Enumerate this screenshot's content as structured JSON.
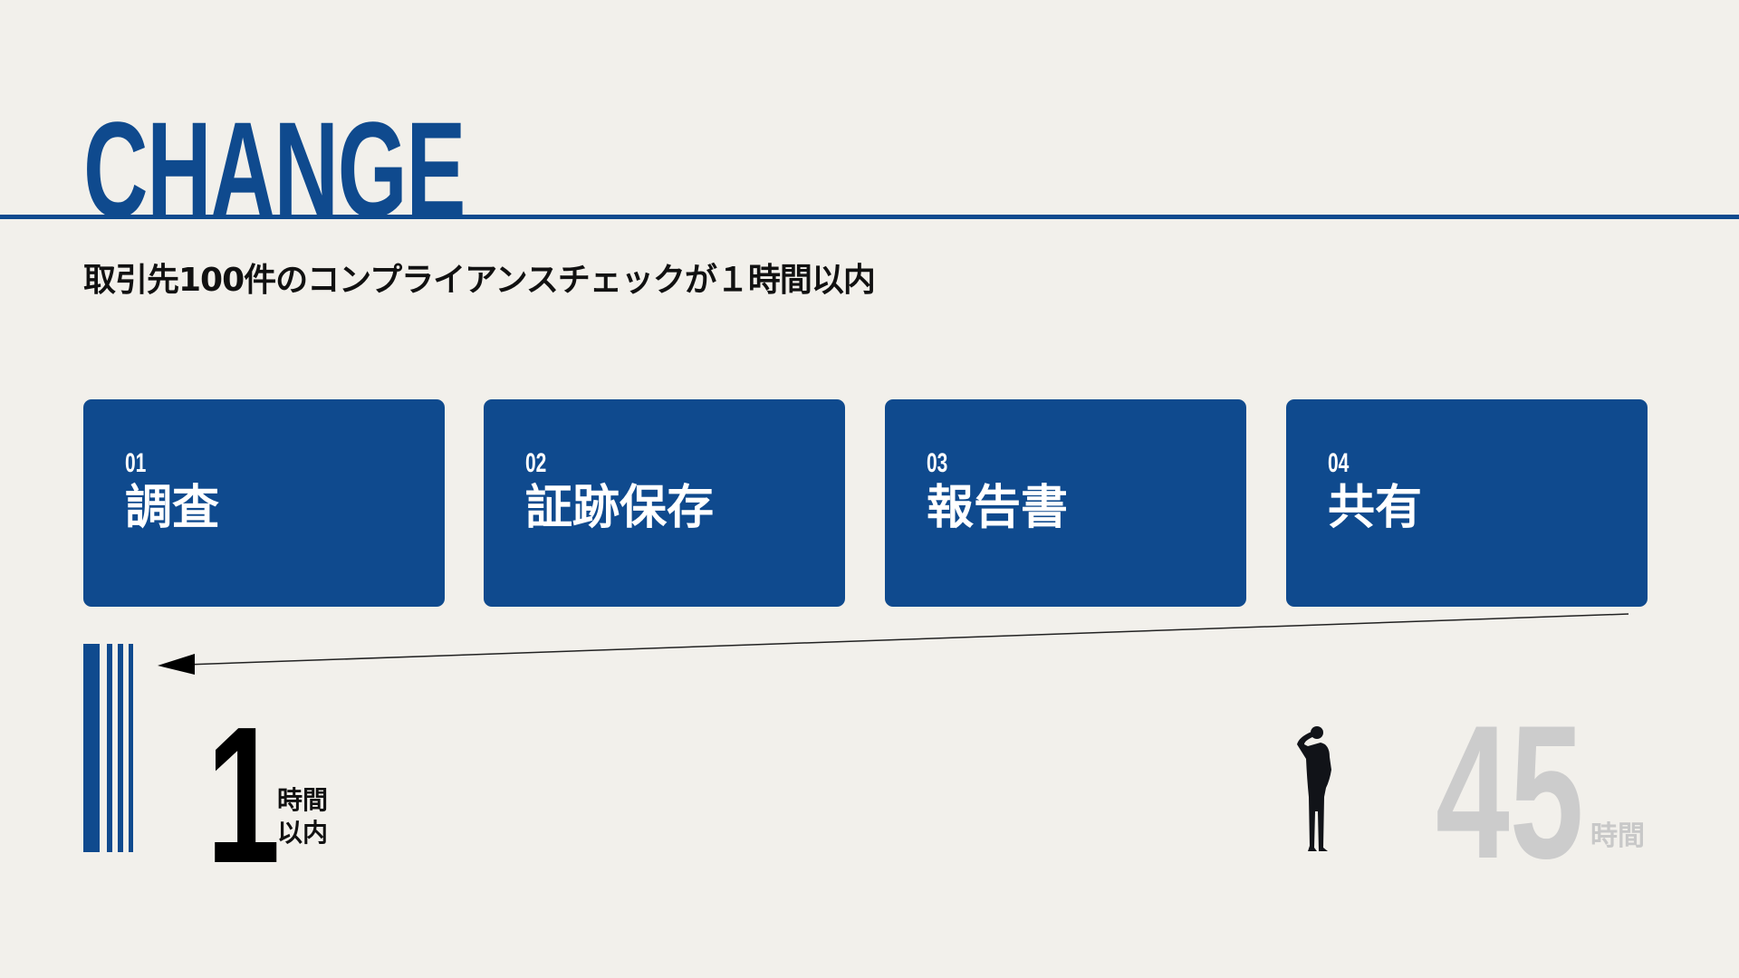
{
  "header": {
    "title": "CHANGE",
    "subtitle": "取引先100件のコンプライアンスチェックが１時間以内"
  },
  "steps": [
    {
      "number": "01",
      "label": "調査"
    },
    {
      "number": "02",
      "label": "証跡保存"
    },
    {
      "number": "03",
      "label": "報告書"
    },
    {
      "number": "04",
      "label": "共有"
    }
  ],
  "after": {
    "value": "1",
    "unit_line1": "時間",
    "unit_line2": "以内"
  },
  "before": {
    "value": "45",
    "unit": "時間"
  },
  "colors": {
    "accent": "#0f4a8e",
    "background": "#f2f0eb",
    "muted": "#cccccc"
  },
  "icons": {
    "person": "person-saluting-silhouette-icon",
    "arrow": "arrow-left-icon"
  }
}
